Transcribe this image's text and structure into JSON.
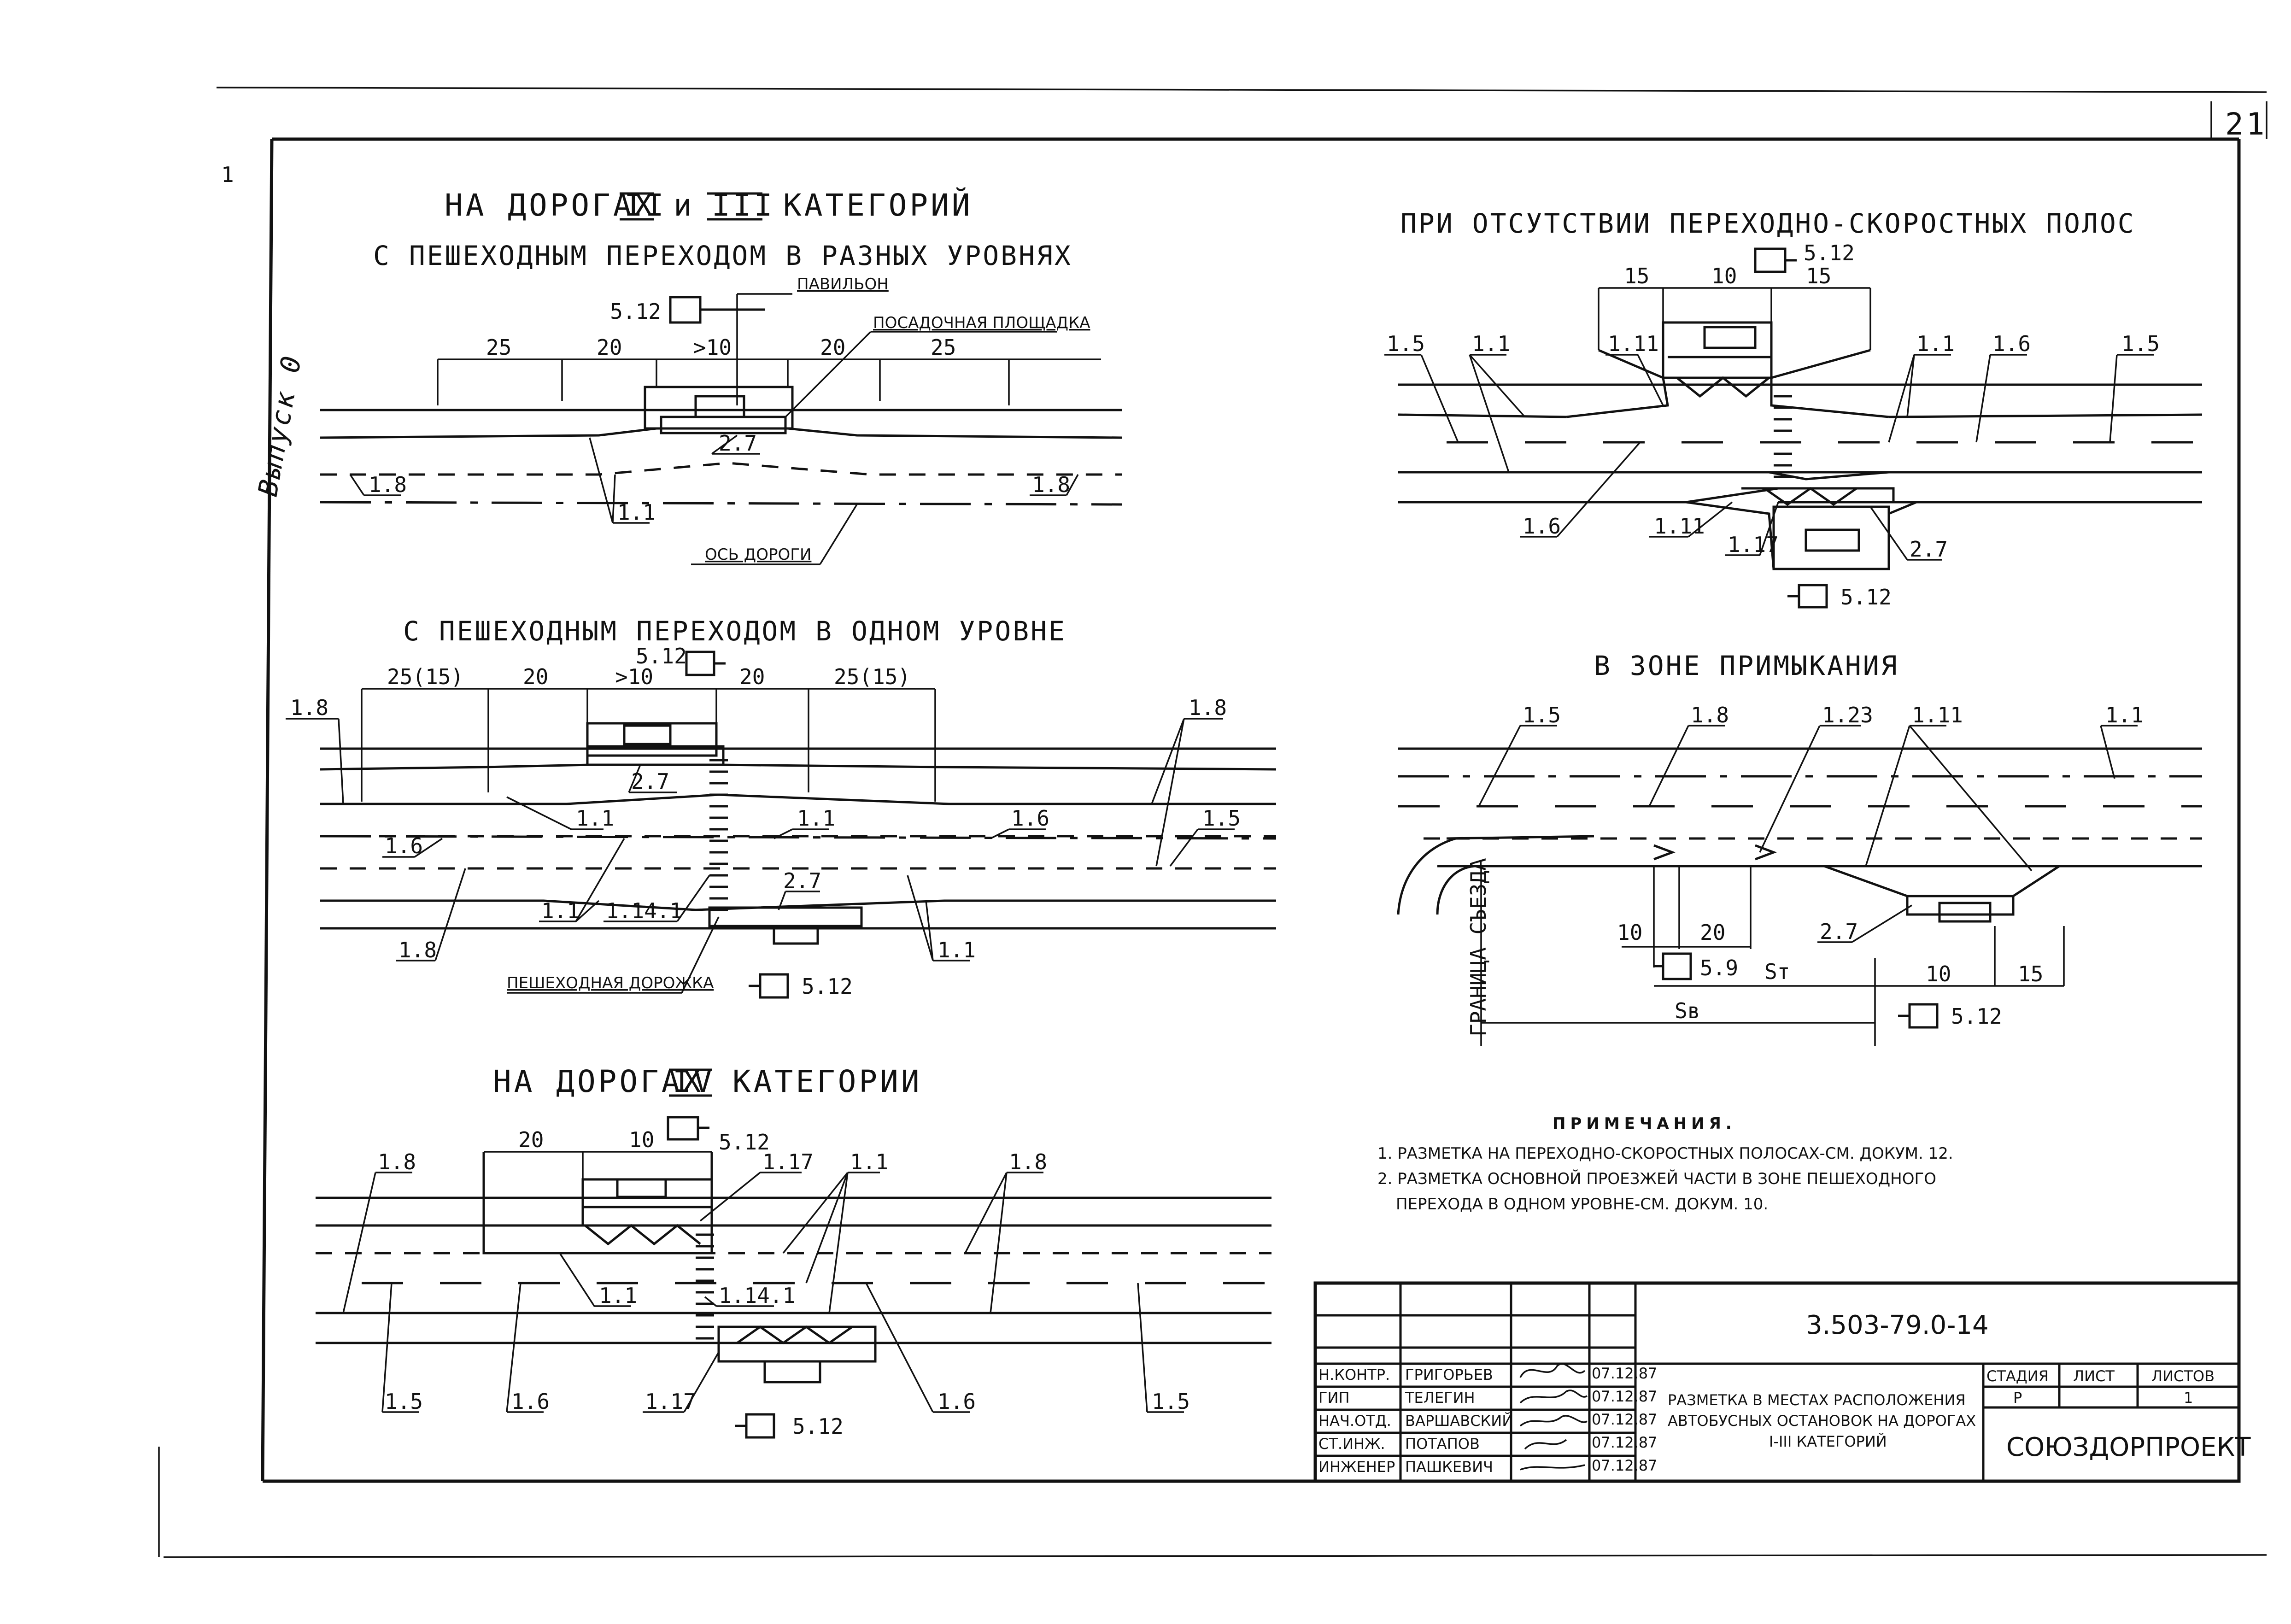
{
  "sheet_number": "21",
  "margin_note": "Выпуск 0",
  "margin_tick": "1",
  "sections": {
    "roads_2_3": {
      "title_pre": "НА ДОРОГАХ",
      "cat_a": "II",
      "conj": "и",
      "cat_b": "III",
      "title_post": "КАТЕГОРИЙ"
    },
    "diff_levels": {
      "title": "С ПЕШЕХОДНЫМ ПЕРЕХОДОМ В РАЗНЫХ УРОВНЯХ",
      "dims": [
        "25",
        "20",
        ">10",
        "20",
        "25"
      ],
      "sign": "5.12",
      "labels": {
        "pavilion": "ПАВИЛЬОН",
        "platform": "ПОСАДОЧНАЯ ПЛОЩАДКА",
        "m27": "2.7",
        "m18a": "1.8",
        "m18b": "1.8",
        "m11": "1.1",
        "axis": "ОСЬ ДОРОГИ"
      }
    },
    "one_level": {
      "title": "С ПЕШЕХОДНЫМ ПЕРЕХОДОМ В ОДНОМ УРОВНЕ",
      "dims": [
        "25(15)",
        "20",
        ">10",
        "20",
        "25(15)"
      ],
      "sign_top": "5.12",
      "sign_bottom": "5.12",
      "labels": {
        "m18_tl": "1.8",
        "m18_tr": "1.8",
        "m18_bl": "1.8",
        "m27_top": "2.7",
        "m27_bottom": "2.7",
        "m11_a": "1.1",
        "m11_b": "1.1",
        "m11_c": "1.1",
        "m11_d": "1.1",
        "m16_l": "1.6",
        "m16_r": "1.6",
        "m15": "1.5",
        "m1141": "1.14.1",
        "walkway": "ПЕШЕХОДНАЯ ДОРОЖКА"
      }
    },
    "roads_4": {
      "title_pre": "НА ДОРОГАХ",
      "cat": "IV",
      "title_post": "КАТЕГОРИИ",
      "dims": [
        "20",
        "10"
      ],
      "sign_top": "5.12",
      "sign_bottom": "5.12",
      "labels": {
        "m18_l": "1.8",
        "m18_r": "1.8",
        "m117_top": "1.17",
        "m11_top": "1.1",
        "m11_mid": "1.1",
        "m1141": "1.14.1",
        "m15_l": "1.5",
        "m16_l": "1.6",
        "m117_bot": "1.17",
        "m16_r": "1.6",
        "m15_r": "1.5"
      }
    },
    "no_speed_lanes": {
      "title": "ПРИ ОТСУТСТВИИ ПЕРЕХОДНО-СКОРОСТНЫХ ПОЛОС",
      "dims": [
        "15",
        "10",
        "15"
      ],
      "sign_top": "5.12",
      "sign_bottom": "5.12",
      "labels": {
        "m15_l": "1.5",
        "m11_l": "1.1",
        "m111_top": "1.11",
        "m11_r": "1.1",
        "m16_r": "1.6",
        "m15_r": "1.5",
        "m16_l": "1.6",
        "m111_bot": "1.11",
        "m117": "1.17",
        "m27": "2.7"
      }
    },
    "junction": {
      "title": "В ЗОНЕ ПРИМЫКАНИЯ",
      "labels": {
        "m15": "1.5",
        "m18": "1.8",
        "m123": "1.23",
        "m111": "1.11",
        "m11": "1.1",
        "m27": "2.7",
        "boundary": "ГРАНИЦА СЪЕЗДА",
        "sign59": "5.9",
        "st": "Sт",
        "sb": "Sв",
        "sign512": "5.12"
      },
      "dims": [
        "10",
        "20",
        "10",
        "15"
      ]
    }
  },
  "notes": {
    "heading": "ПРИМЕЧАНИЯ.",
    "items": [
      "1. РАЗМЕТКА НА ПЕРЕХОДНО-СКОРОСТНЫХ ПОЛОСАХ-СМ. ДОКУМ. 12.",
      "2. РАЗМЕТКА ОСНОВНОЙ ПРОЕЗЖЕЙ ЧАСТИ В ЗОНЕ ПЕШЕХОДНОГО",
      "ПЕРЕХОДА В ОДНОМ УРОВНЕ-СМ. ДОКУМ. 10."
    ]
  },
  "title_block": {
    "doc_code": "3.503-79.0-14",
    "roles": [
      "Н.КОНТР.",
      "ГИП",
      "НАЧ.ОТД.",
      "СТ.ИНЖ.",
      "ИНЖЕНЕР"
    ],
    "names": [
      "ГРИГОРЬЕВ",
      "ТЕЛЕГИН",
      "ВАРШАВСКИЙ",
      "ПОТАПОВ",
      "ПАШКЕВИЧ"
    ],
    "dates": [
      "07.12.87",
      "07.12.87",
      "07.12.87",
      "07.12.87",
      "07.12.87"
    ],
    "title_lines": [
      "РАЗМЕТКА В МЕСТАХ РАСПОЛОЖЕНИЯ",
      "АВТОБУСНЫХ ОСТАНОВОК НА ДОРОГАХ",
      "I-III КАТЕГОРИЙ"
    ],
    "stage_label": "СТАДИЯ",
    "sheet_label": "ЛИСТ",
    "sheets_label": "ЛИСТОВ",
    "stage": "Р",
    "sheets": "1",
    "org": "СОЮЗДОРПРОЕКТ"
  }
}
